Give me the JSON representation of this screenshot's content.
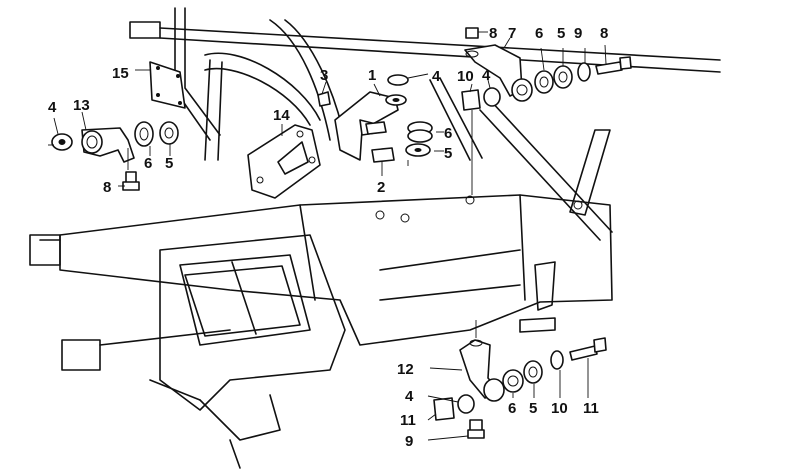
{
  "callouts": [
    {
      "id": "c1",
      "text": "1"
    },
    {
      "id": "c2",
      "text": "2"
    },
    {
      "id": "c3",
      "text": "3"
    },
    {
      "id": "c4a",
      "text": "4"
    },
    {
      "id": "c4b",
      "text": "4"
    },
    {
      "id": "c4c",
      "text": "4"
    },
    {
      "id": "c4d",
      "text": "4"
    },
    {
      "id": "c5a",
      "text": "5"
    },
    {
      "id": "c5b",
      "text": "5"
    },
    {
      "id": "c5c",
      "text": "5"
    },
    {
      "id": "c5d",
      "text": "5"
    },
    {
      "id": "c6a",
      "text": "6"
    },
    {
      "id": "c6b",
      "text": "6"
    },
    {
      "id": "c6c",
      "text": "6"
    },
    {
      "id": "c6d",
      "text": "6"
    },
    {
      "id": "c7",
      "text": "7"
    },
    {
      "id": "c8a",
      "text": "8"
    },
    {
      "id": "c8b",
      "text": "8"
    },
    {
      "id": "c8c",
      "text": "8"
    },
    {
      "id": "c9a",
      "text": "9"
    },
    {
      "id": "c9b",
      "text": "9"
    },
    {
      "id": "c10a",
      "text": "10"
    },
    {
      "id": "c10b",
      "text": "10"
    },
    {
      "id": "c11a",
      "text": "11"
    },
    {
      "id": "c11b",
      "text": "11"
    },
    {
      "id": "c12",
      "text": "12"
    },
    {
      "id": "c13",
      "text": "13"
    },
    {
      "id": "c14",
      "text": "14"
    },
    {
      "id": "c15",
      "text": "15"
    }
  ],
  "colors": {
    "line": "#111111",
    "background": "#ffffff"
  }
}
